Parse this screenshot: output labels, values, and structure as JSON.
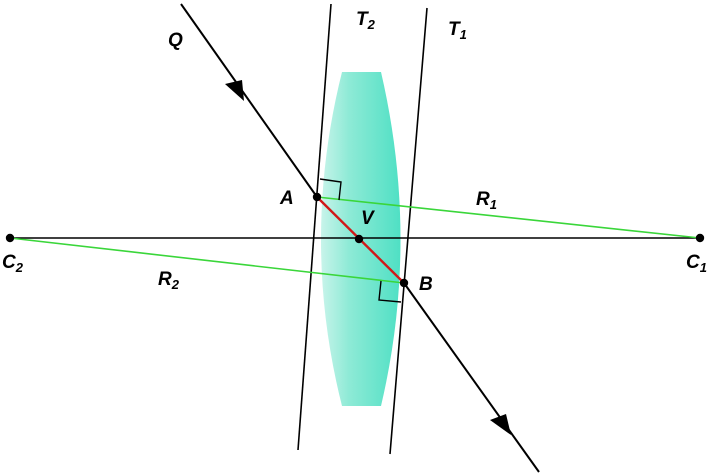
{
  "labels": {
    "q": "Q",
    "a": "A",
    "b": "B",
    "v": "V",
    "t2": "T",
    "t2_sub": "2",
    "t1": "T",
    "t1_sub": "1",
    "r1": "R",
    "r1_sub": "1",
    "r2": "R",
    "r2_sub": "2",
    "c1": "C",
    "c1_sub": "1",
    "c2": "C",
    "c2_sub": "2"
  },
  "colors": {
    "lens_edge": "#4fe0c4",
    "lens_center": "#e4f8f4",
    "ray": "#000000",
    "radius_line": "#3ad63a",
    "chord": "#d01818",
    "axis": "#000000"
  }
}
